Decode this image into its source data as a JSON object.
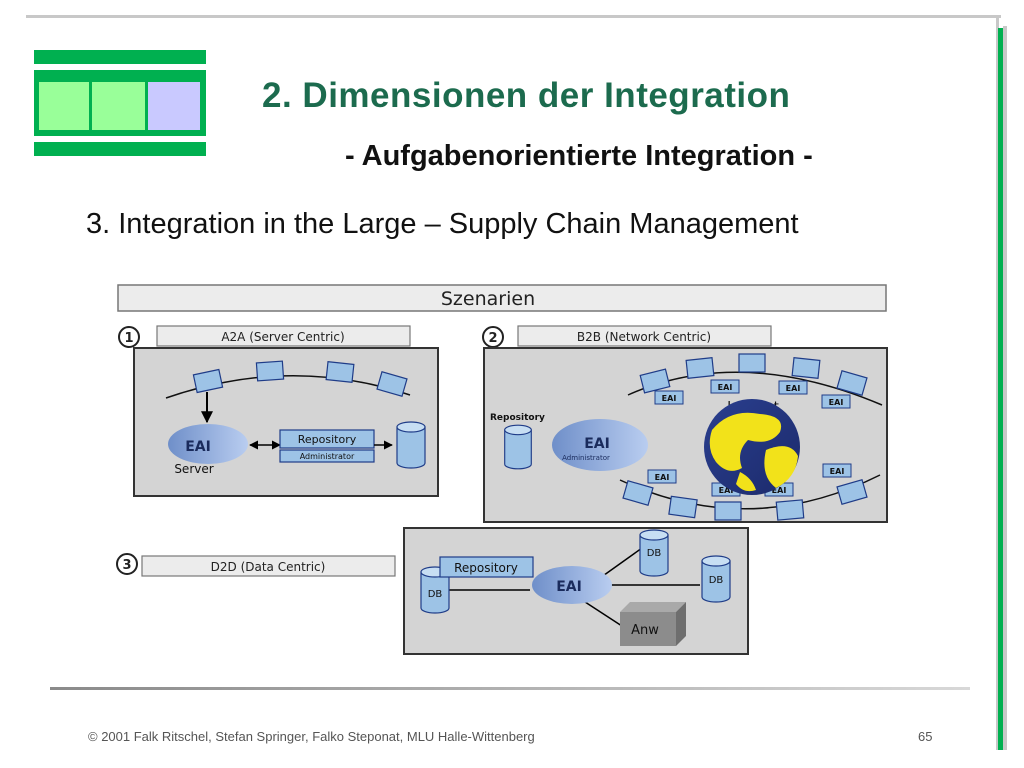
{
  "slide": {
    "title": "2. Dimensionen der Integration",
    "subtitle": "- Aufgabenorientierte Integration -",
    "bullet": "3. Integration in the Large – Supply Chain Management",
    "footer": "© 2001 Falk Ritschel, Stefan Springer, Falko Steponat, MLU Halle-Wittenberg",
    "page_number": "65"
  },
  "diagram": {
    "header": "Szenarien",
    "scenarios": [
      {
        "number": "1",
        "label": "A2A (Server Centric)"
      },
      {
        "number": "2",
        "label": "B2B (Network Centric)"
      },
      {
        "number": "3",
        "label": "D2D (Data Centric)"
      }
    ],
    "a2a": {
      "eai": "EAI",
      "server": "Server",
      "repository": "Repository",
      "administrator": "Administrator"
    },
    "b2b": {
      "internet": "Internet",
      "repository": "Repository",
      "eai": "EAI",
      "administrator": "Administrator",
      "eai_tag": "EAI"
    },
    "d2d": {
      "repository": "Repository",
      "eai": "EAI",
      "db": "DB",
      "anw": "Anw"
    }
  },
  "colors": {
    "title": "#1c6b4e",
    "logo_green": "#00b050",
    "logo_light_green": "#99ff99",
    "logo_lavender": "#c9c9ff",
    "node_blue": "#9dc3e6"
  }
}
